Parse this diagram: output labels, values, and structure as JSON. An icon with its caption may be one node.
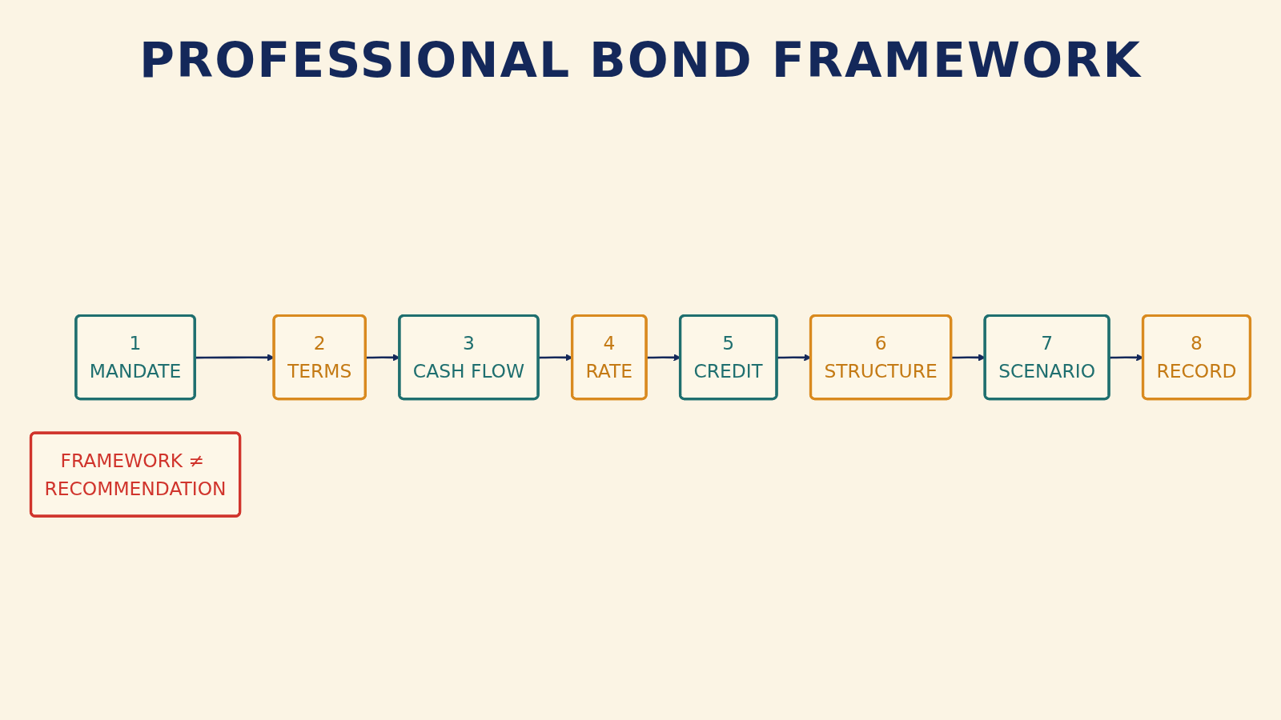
{
  "diagram": {
    "title": "PROFESSIONAL BOND FRAMEWORK",
    "nodes": [
      {
        "text": [
          "1",
          "MANDATE"
        ]
      },
      {
        "text": [
          "2",
          "TERMS"
        ]
      },
      {
        "text": [
          "3",
          "CASH FLOW"
        ]
      },
      {
        "text": [
          "4",
          "RATE"
        ]
      },
      {
        "text": [
          "5",
          "CREDIT"
        ]
      },
      {
        "text": [
          "6",
          "STRUCTURE"
        ]
      },
      {
        "text": [
          "7",
          "SCENARIO"
        ]
      },
      {
        "text": [
          "8",
          "RECORD"
        ]
      },
      {
        "text": [
          "FRAMEWORK ≠ RECOMMENDATION"
        ]
      }
    ],
    "edges": [
      {
        "from": 0,
        "to": 1,
        "arrow": "to"
      },
      {
        "from": 1,
        "to": 2,
        "arrow": "to"
      },
      {
        "from": 2,
        "to": 3,
        "arrow": "to"
      },
      {
        "from": 3,
        "to": 4,
        "arrow": "to"
      },
      {
        "from": 4,
        "to": 5,
        "arrow": "to"
      },
      {
        "from": 5,
        "to": 6,
        "arrow": "to"
      },
      {
        "from": 6,
        "to": 7,
        "arrow": "to"
      }
    ]
  }
}
